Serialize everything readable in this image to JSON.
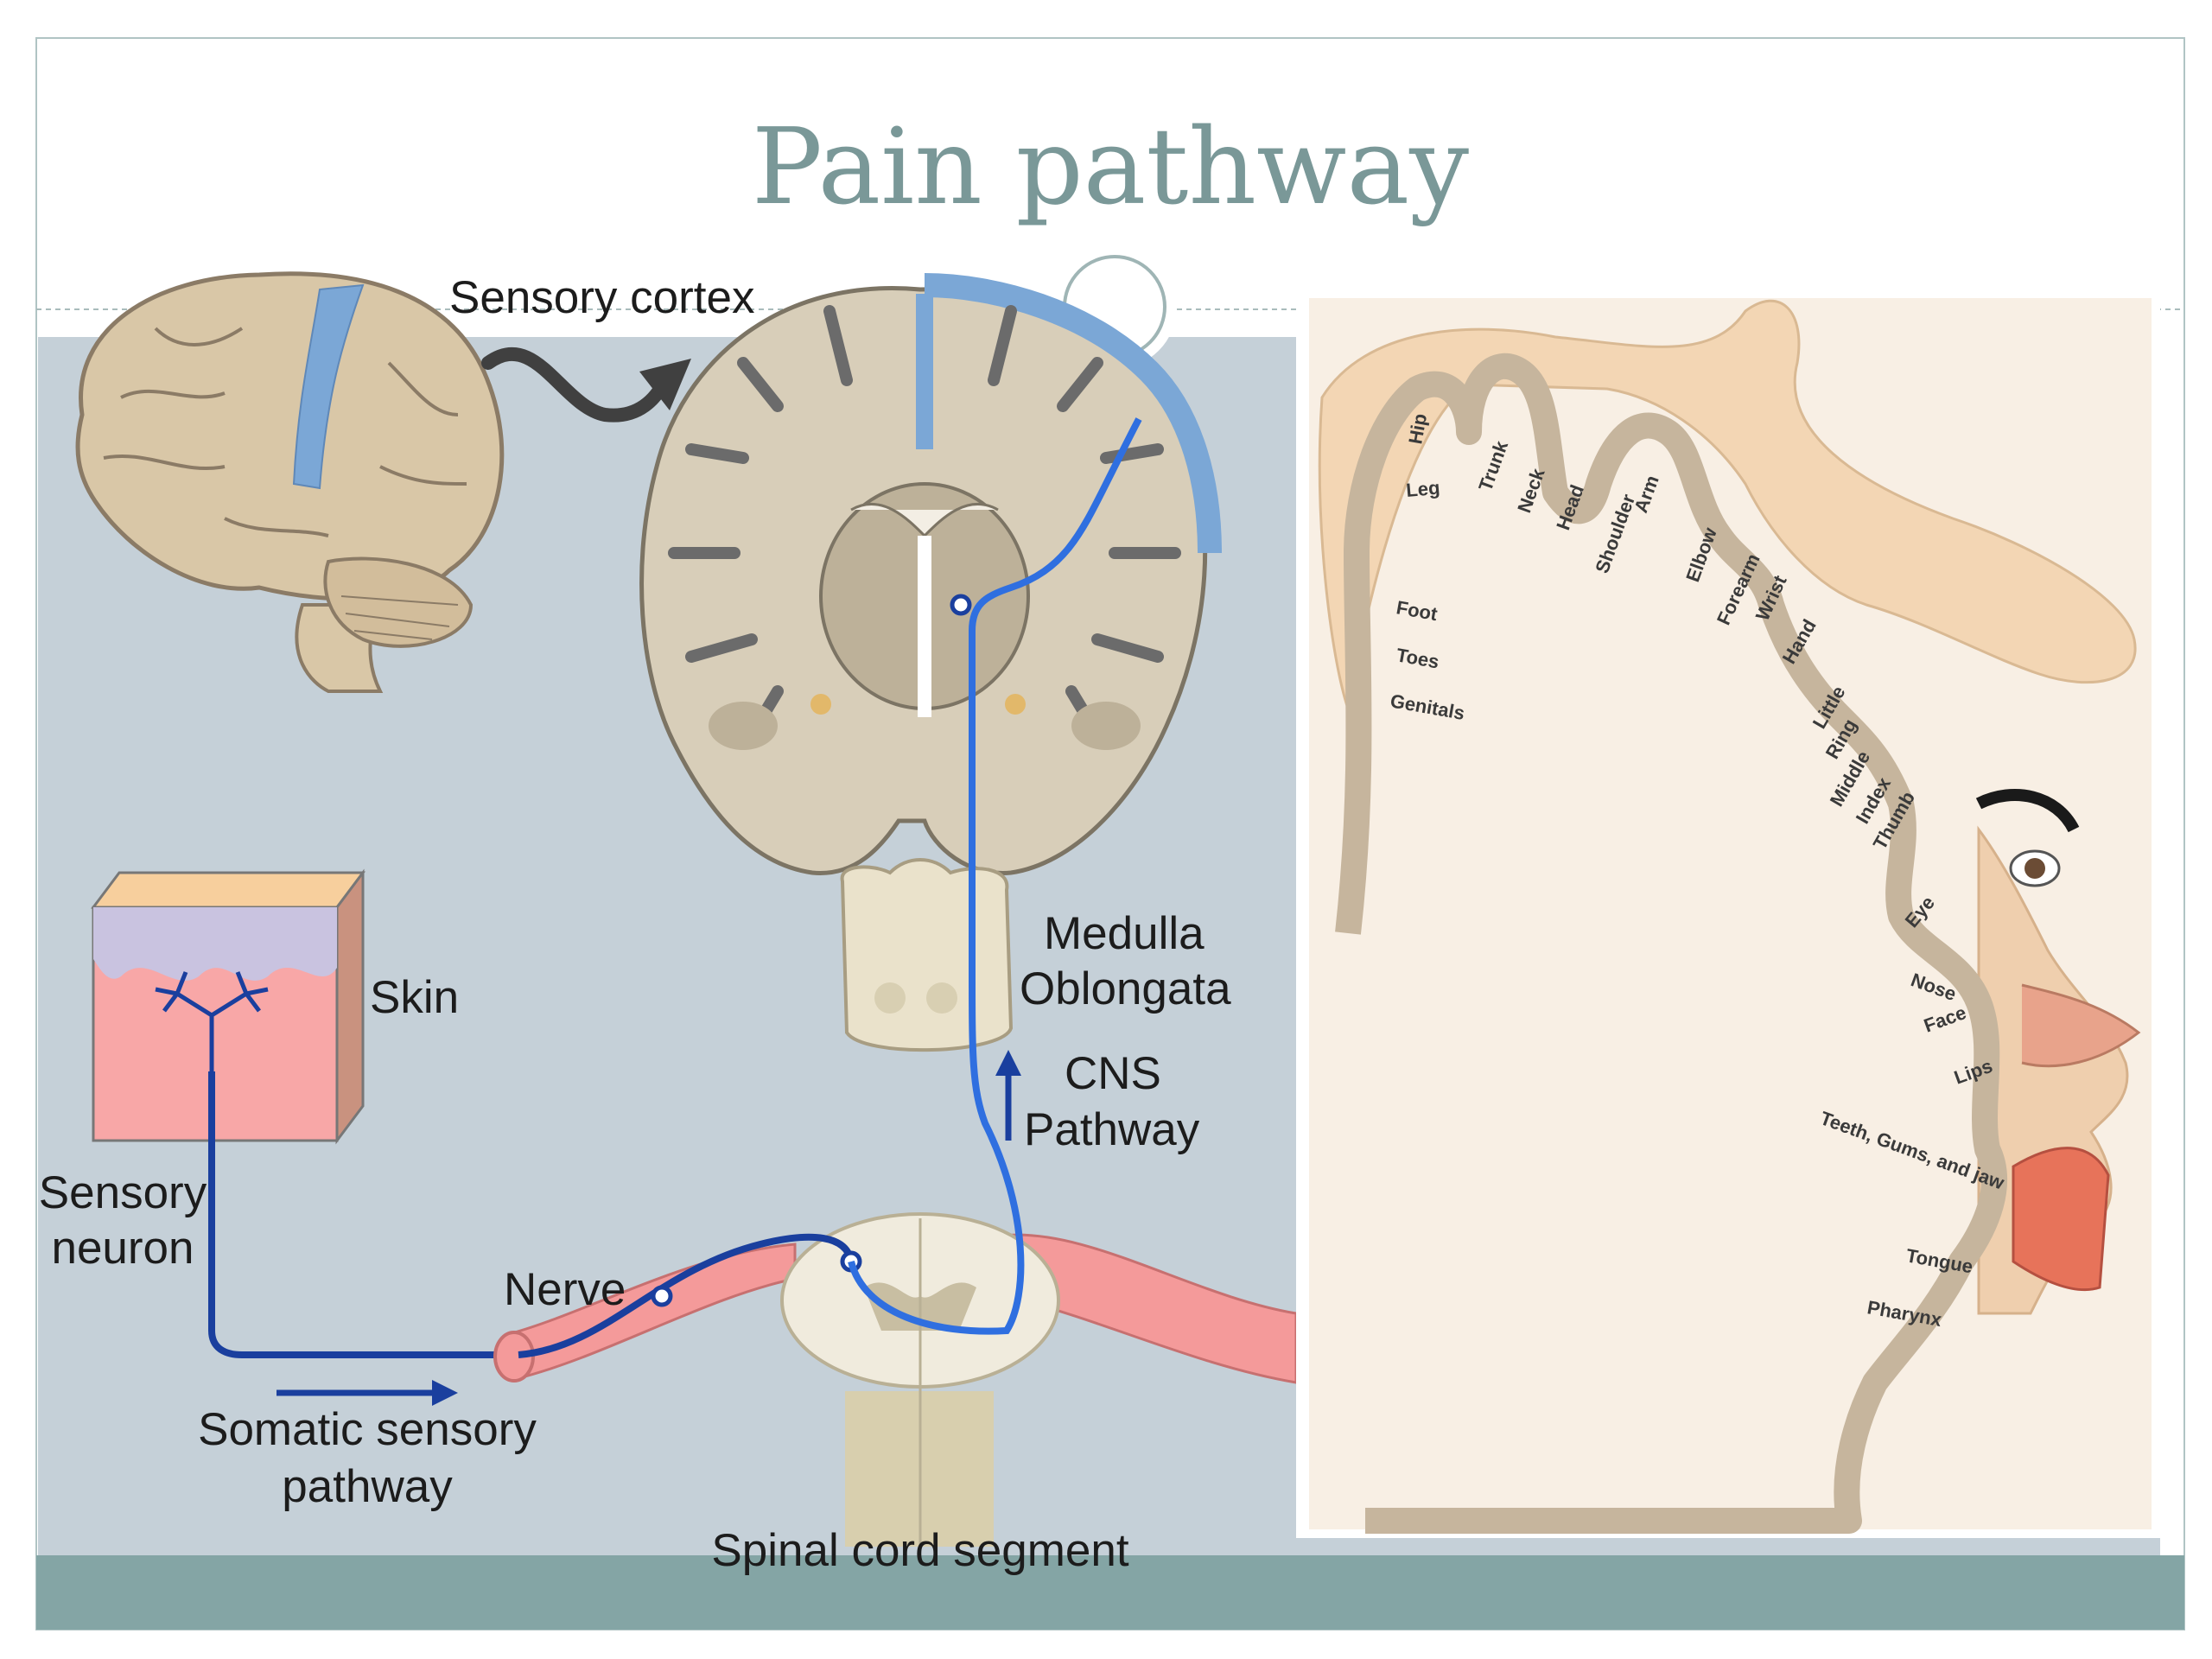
{
  "slide": {
    "title": "Pain pathway",
    "colors": {
      "title": "#7a9898",
      "panel": "#c5d0d8",
      "footer": "#84a5a5",
      "pathway": "#1a3f9e",
      "cns_path": "#2f6fe0",
      "cortex_strip": "#7ba7d6"
    }
  },
  "left_diagram": {
    "labels": {
      "sensory_cortex": "Sensory cortex",
      "medulla": [
        "Medulla",
        "Oblongata"
      ],
      "cns_pathway": [
        "CNS",
        "Pathway"
      ],
      "skin": "Skin",
      "sensory_neuron": [
        "Sensory",
        "neuron"
      ],
      "nerve": "Nerve",
      "somatic_pathway": [
        "Somatic sensory",
        "pathway"
      ],
      "spinal_cord": "Spinal cord segment"
    }
  },
  "homunculus": {
    "labels": [
      "Hip",
      "Leg",
      "Trunk",
      "Neck",
      "Head",
      "Shoulder",
      "Arm",
      "Elbow",
      "Forearm",
      "Wrist",
      "Hand",
      "Little",
      "Ring",
      "Middle",
      "Index",
      "Thumb",
      "Foot",
      "Toes",
      "Genitals",
      "Eye",
      "Nose",
      "Face",
      "Lips",
      "Teeth, Gums, and jaw",
      "Tongue",
      "Pharynx"
    ]
  }
}
